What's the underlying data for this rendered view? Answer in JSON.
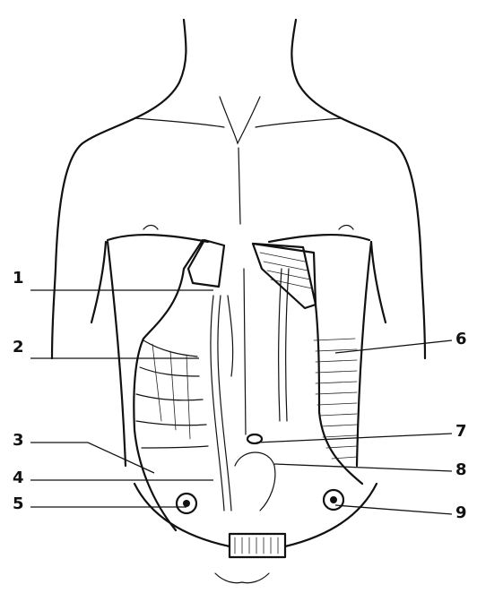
{
  "labels": {
    "left": [
      "1",
      "2",
      "3",
      "4",
      "5"
    ],
    "right": [
      "6",
      "7",
      "8",
      "9"
    ]
  },
  "colors": {
    "ink": "#111111",
    "background": "#ffffff"
  }
}
